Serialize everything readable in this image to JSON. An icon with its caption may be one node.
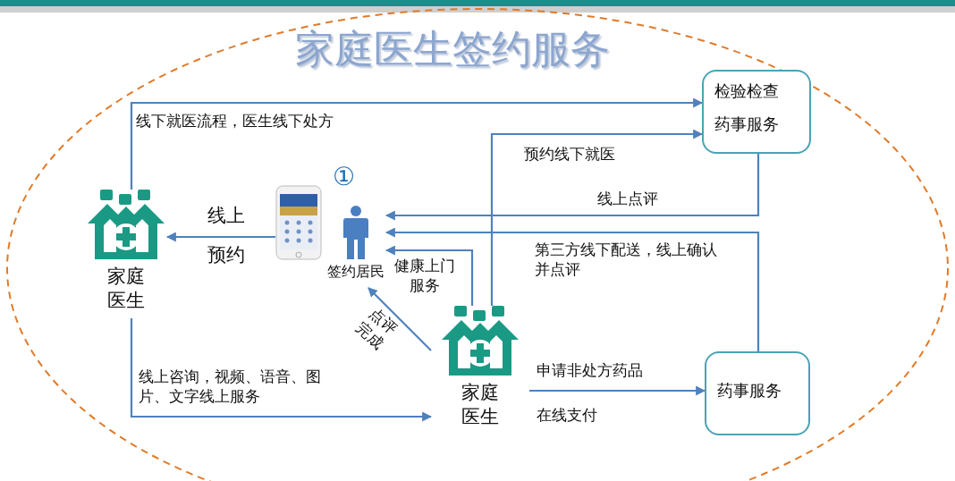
{
  "diagram": {
    "title": "家庭医生签约服务",
    "nodes": [
      {
        "text": [
          "家庭医生"
        ]
      },
      {
        "text": [],
        "shape": "picture"
      },
      {
        "text": [
          "签约居民"
        ],
        "beside": [
          "①"
        ]
      },
      {
        "text": [
          "检验检查",
          "药事服务"
        ]
      },
      {
        "text": [
          "家庭医生"
        ]
      },
      {
        "text": [
          "药事服务"
        ]
      }
    ],
    "edges": [
      {
        "from": 0,
        "to": 3,
        "arrow": "to",
        "label": "线下就医流程，医生线下处方"
      },
      {
        "from": 1,
        "to": 0,
        "arrow": "to",
        "label": "线上"
      },
      {
        "from": 3,
        "to": 2,
        "arrow": "to",
        "label": "线上点评"
      },
      {
        "from": 5,
        "to": 2,
        "arrow": "to",
        "label": "第三方线下配送，线上确认并点评"
      },
      {
        "from": 4,
        "to": 2,
        "arrow": "to",
        "label": "健康上门服务"
      },
      {
        "from": 4,
        "to": 3,
        "arrow": "to",
        "label": "预约线下就医"
      },
      {
        "from": 4,
        "to": 2,
        "arrow": "to",
        "label": "点评完成"
      },
      {
        "from": 0,
        "to": 4,
        "arrow": "to",
        "label": "线上咨询，视频、语音、图片、文字线上服务"
      },
      {
        "from": 4,
        "to": 5,
        "arrow": "to",
        "label": "申请非处方药品"
      }
    ],
    "labels": [
      "预约",
      "在线支付"
    ]
  }
}
